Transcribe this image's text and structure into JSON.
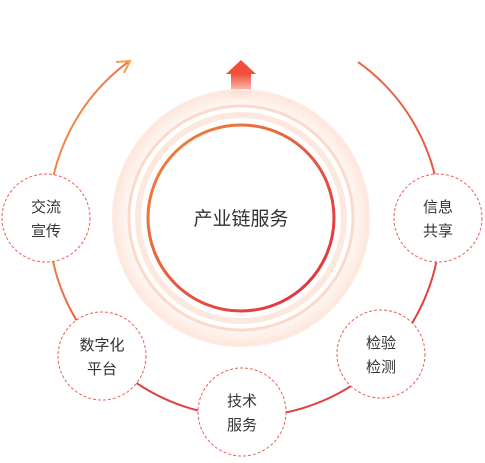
{
  "diagram": {
    "center": {
      "label": "产业链服务"
    },
    "nodes": [
      {
        "id": "node-jiaoliu",
        "lines": [
          "交流",
          "宣传"
        ]
      },
      {
        "id": "node-shuzihua",
        "lines": [
          "数字化",
          "平台"
        ]
      },
      {
        "id": "node-jishu",
        "lines": [
          "技术",
          "服务"
        ]
      },
      {
        "id": "node-jianyan",
        "lines": [
          "检验",
          "检测"
        ]
      },
      {
        "id": "node-xinxi",
        "lines": [
          "信息",
          "共享"
        ]
      }
    ],
    "colors": {
      "gradient_start": "#f5a04a",
      "gradient_end": "#e0303c",
      "node_border": "#e8605a",
      "text": "#333333",
      "glow": "#fde3d6"
    }
  }
}
